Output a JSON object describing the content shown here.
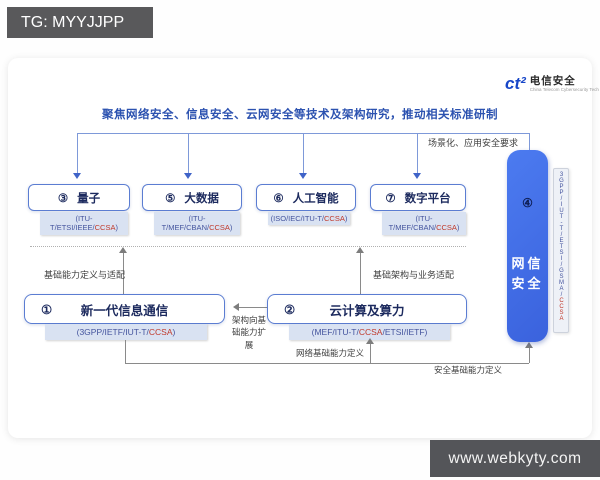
{
  "badge": "TG: MYYJJPP",
  "watermark": "www.webkyty.com",
  "logo": {
    "mark": "ct²",
    "name": "电信安全",
    "subtitle": "China Telecom Cybersecurity Tech"
  },
  "title": "聚焦网络安全、信息安全、云网安全等技术及架构研究，推动相关标准研制",
  "colors": {
    "accent_blue": "#3e68e6",
    "org_blue": "#44549e",
    "org_red": "#c0392b",
    "title_blue": "#2c52b0"
  },
  "flow_labels": {
    "scenario": "场景化、应用安全要求",
    "base_define_adapt": "基础能力定义与适配",
    "infra_biz_adapt": "基础架构与业务适配",
    "arch_to_base": "架构向基础能力扩展",
    "network_base": "网络基础能力定义",
    "security_base": "安全基础能力定义"
  },
  "top_boxes": [
    {
      "num": "③",
      "name": "量子",
      "orgs": {
        "pre": "(ITU-T/ETSI/IEEE/",
        "red": "CCSA",
        "post": ")"
      }
    },
    {
      "num": "⑤",
      "name": "大数据",
      "orgs": {
        "pre": "(ITU-T/MEF/CBAN/",
        "red": "CCSA",
        "post": ")"
      }
    },
    {
      "num": "⑥",
      "name": "人工智能",
      "orgs": {
        "pre": "(ISO/IEC/ITU-T/",
        "red": "CCSA",
        "post": ")"
      }
    },
    {
      "num": "⑦",
      "name": "数字平台",
      "orgs": {
        "pre": "(ITU-T/MEF/CBAN/",
        "red": "CCSA",
        "post": ")"
      }
    }
  ],
  "bottom_boxes": [
    {
      "num": "①",
      "name": "新一代信息通信",
      "orgs": {
        "pre": "(3GPP/IETF/IUT-T/",
        "red": "CCSA",
        "post": ")"
      }
    },
    {
      "num": "②",
      "name": "云计算及算力",
      "orgs": {
        "pre": "(MEF/ITU-T/",
        "red": "CCSA",
        "post": "/ETSI/IETF)"
      }
    }
  ],
  "side_box": {
    "num": "④",
    "name_line1": "网信",
    "name_line2": "安全",
    "orgs": {
      "pre": "3GPP/IUT-T/ETSI/GSMA/",
      "red": "CCSA",
      "post": ""
    }
  }
}
